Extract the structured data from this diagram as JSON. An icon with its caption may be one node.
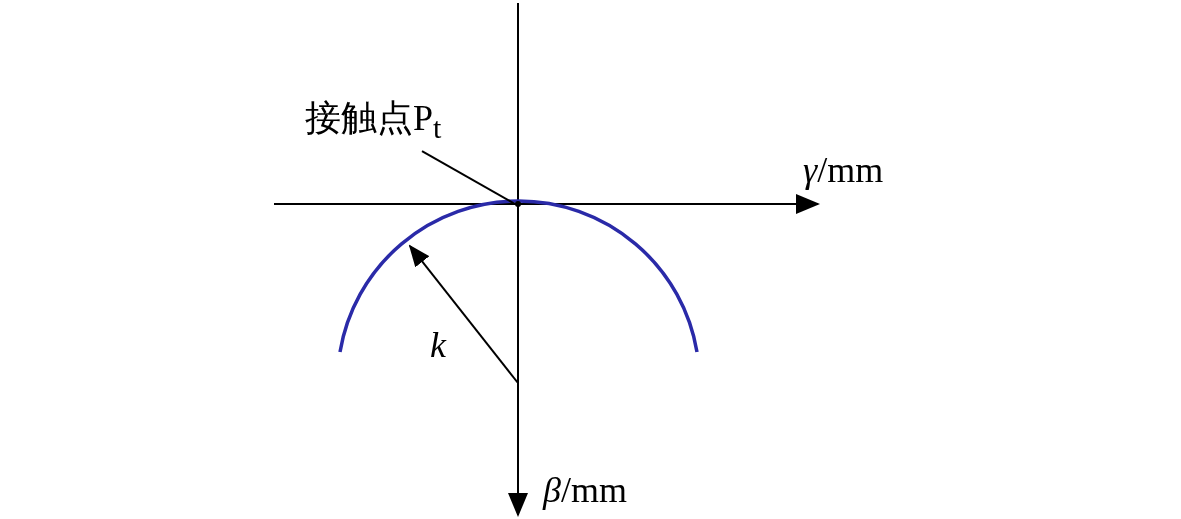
{
  "diagram": {
    "nodes": [
      {
        "text": [
          "接触点P$_{t}$"
        ]
      },
      {
        "text": [],
        "shape": "point"
      }
    ],
    "edges": [
      {
        "from": 0,
        "to": 1,
        "arrow": "none"
      }
    ],
    "labels": [
      "*γ*/mm",
      "*β*/mm",
      "k"
    ]
  }
}
